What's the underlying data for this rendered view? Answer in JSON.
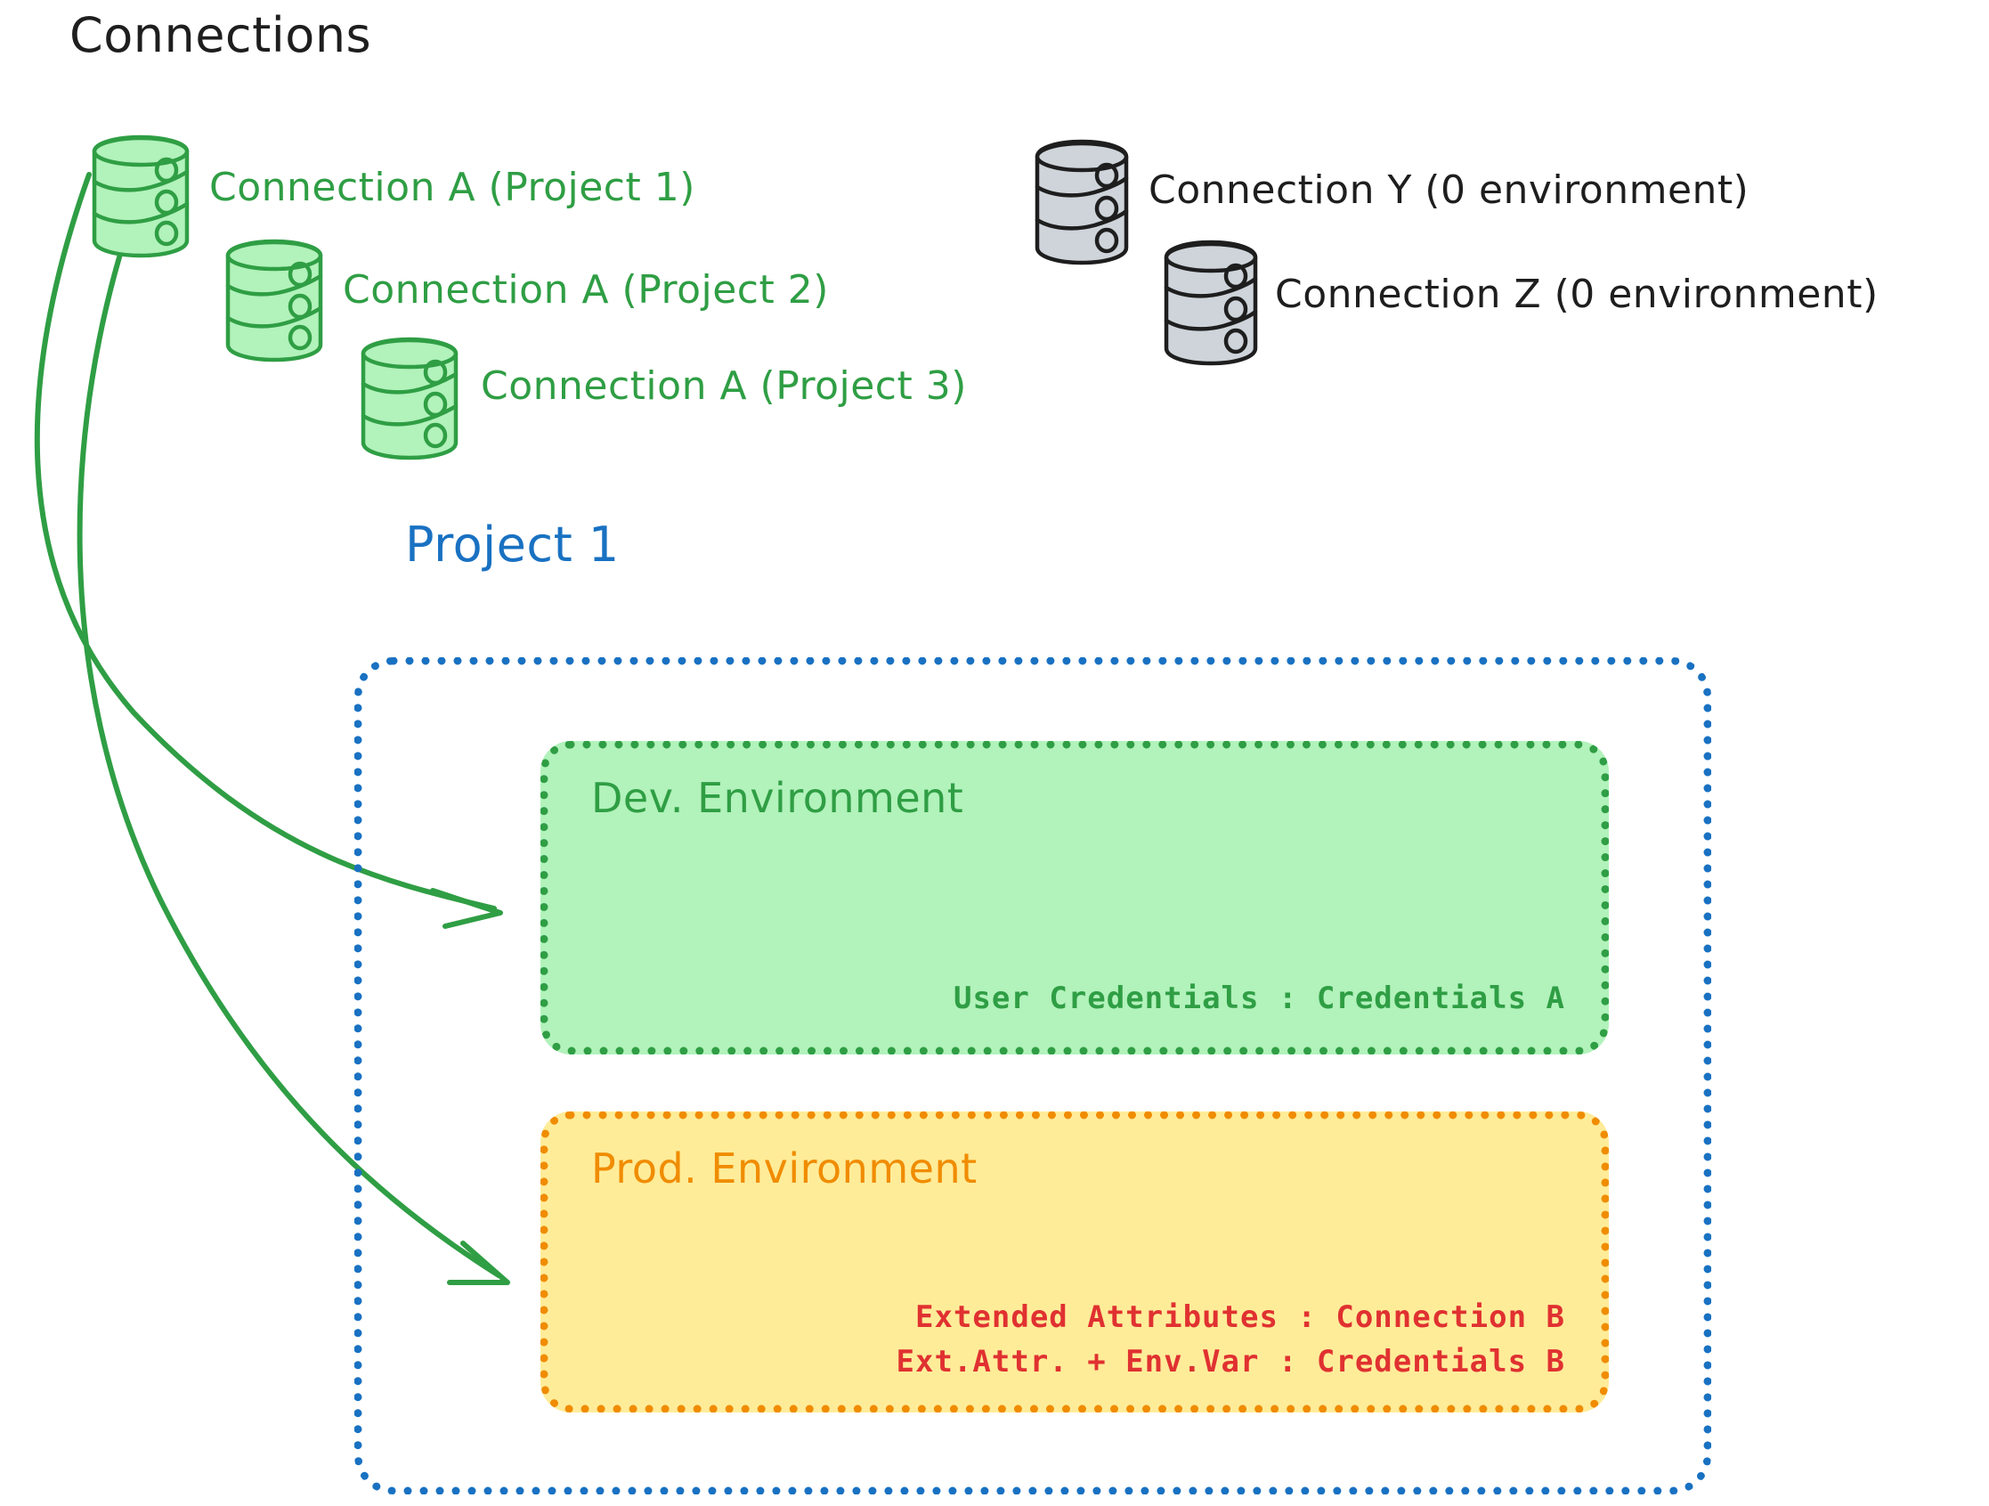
{
  "diagram": {
    "title": "Connections",
    "colors": {
      "green_stroke": "#2f9e44",
      "green_fill": "#b2f2bb",
      "gray_stroke": "#1e1e1e",
      "gray_fill": "#ced4da",
      "blue": "#1971c2",
      "orange": "#f08c00",
      "orange_fill": "#ffec99",
      "red": "#e03131",
      "black": "#1e1e1e"
    },
    "connections_green": [
      {
        "label": "Connection A (Project 1)",
        "icon": "database-cylinder-icon"
      },
      {
        "label": "Connection A (Project 2)",
        "icon": "database-cylinder-icon"
      },
      {
        "label": "Connection A (Project 3)",
        "icon": "database-cylinder-icon"
      }
    ],
    "connections_gray": [
      {
        "label": "Connection Y (0 environment)",
        "icon": "database-cylinder-icon"
      },
      {
        "label": "Connection Z (0 environment)",
        "icon": "database-cylinder-icon"
      }
    ],
    "project": {
      "title": "Project 1",
      "environments": [
        {
          "name": "Dev. Environment",
          "accent": "#2f9e44",
          "fill": "#b2f2bb",
          "rows": [
            "User Credentials : Credentials A"
          ]
        },
        {
          "name": "Prod. Environment",
          "accent": "#f08c00",
          "fill": "#ffec99",
          "rows": [
            "Extended Attributes : Connection B",
            "Ext.Attr. + Env.Var : Credentials B"
          ]
        }
      ]
    },
    "arrows": [
      {
        "name": "arrow-connection-a-to-dev-environment",
        "color": "#2f9e44"
      },
      {
        "name": "arrow-connection-a-to-prod-environment",
        "color": "#2f9e44"
      }
    ]
  }
}
